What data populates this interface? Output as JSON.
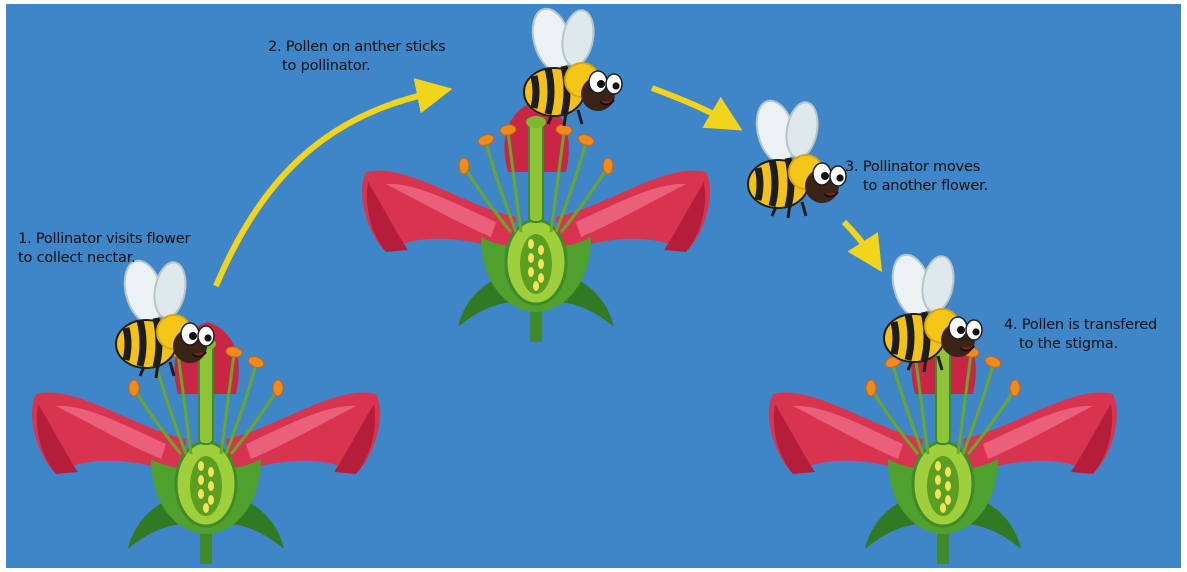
{
  "colors": {
    "background": "#3f86c8",
    "arrow": "#f2d41a",
    "petal": "#d8344f",
    "petal_light": "#ef6a85",
    "stem": "#3f8a2a",
    "ovary": "#9fcf3a",
    "anther": "#f08a1c",
    "bee_body": "#f2c21a",
    "bee_stripe": "#1d1d1d",
    "wing": "#ecf2f4"
  },
  "steps": [
    {
      "line1": "1. Pollinator visits flower",
      "line2": "to collect nectar."
    },
    {
      "line1": "2. Pollen on anther sticks",
      "line2": "to pollinator."
    },
    {
      "line1": "3. Pollinator moves",
      "line2": "to another flower."
    },
    {
      "line1": "4. Pollen is transfered",
      "line2": "to the stigma."
    }
  ]
}
